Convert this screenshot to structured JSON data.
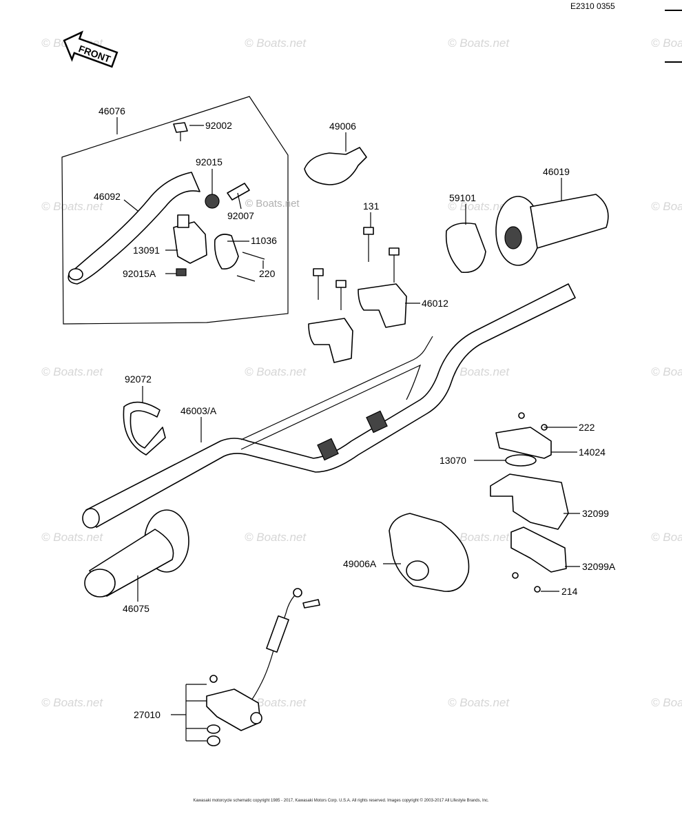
{
  "diagram_code": "E2310 0355",
  "front_label": "FRONT",
  "watermark": "© Boats.net",
  "footer": "Kawasaki motorcycle schematic copyright 1985 - 2017, Kawasaki Motors Corp. U.S.A. All rights reserved. Images copyright © 2003-2017 All Lifestyle Brands, Inc.",
  "parts": {
    "p46076": "46076",
    "p92002": "92002",
    "p92015": "92015",
    "p46092": "46092",
    "p92007": "92007",
    "p13091": "13091",
    "p11036": "11036",
    "p92015A": "92015A",
    "p220": "220",
    "p49006": "49006",
    "p131": "131",
    "p59101": "59101",
    "p46019": "46019",
    "p46012": "46012",
    "p92072": "92072",
    "p46003A": "46003/A",
    "p222": "222",
    "p14024": "14024",
    "p13070": "13070",
    "p32099": "32099",
    "p49006A": "49006A",
    "p32099A": "32099A",
    "p46075": "46075",
    "p214": "214",
    "p27010": "27010"
  }
}
